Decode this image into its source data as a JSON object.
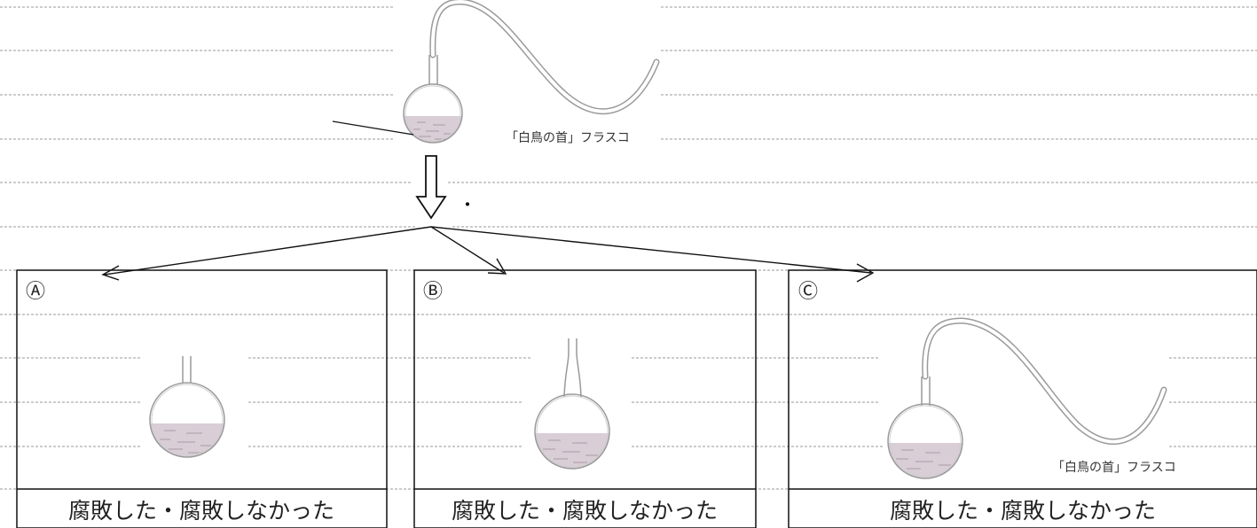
{
  "top_flask": {
    "label": "「白鳥の首」フラスコ"
  },
  "marker": "・",
  "panels": [
    {
      "letter": "Ⓐ",
      "result": "腐敗した・腐敗しなかった"
    },
    {
      "letter": "Ⓑ",
      "result": "腐敗した・腐敗しなかった"
    },
    {
      "letter": "Ⓒ",
      "result": "腐敗した・腐敗しなかった",
      "flask_label": "「白鳥の首」フラスコ"
    }
  ],
  "colors": {
    "liquid": "#d9cdd6",
    "glass": "#9a9a9a",
    "ruled_line": "#9a9a9a",
    "ink": "#111111"
  }
}
